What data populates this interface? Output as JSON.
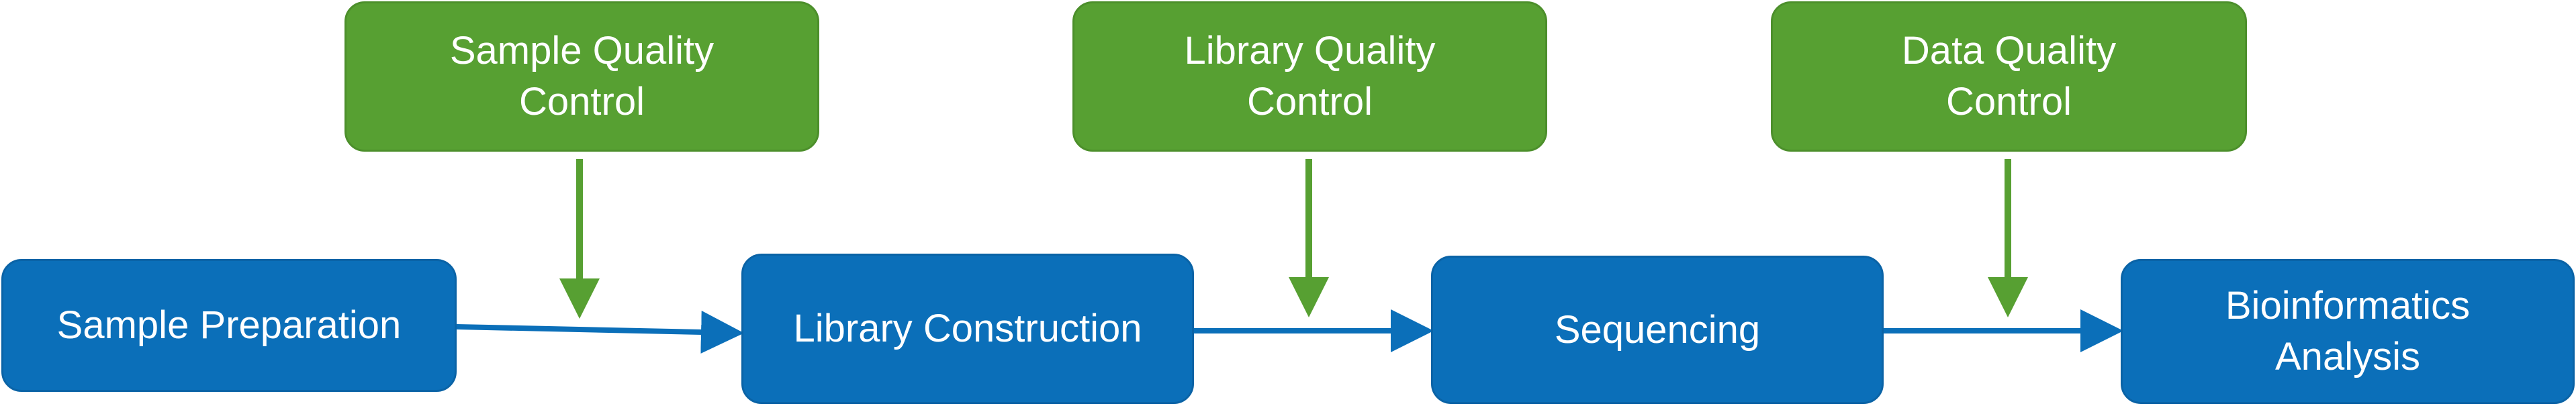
{
  "qc_boxes": [
    {
      "label": "Sample Quality\nControl"
    },
    {
      "label": "Library Quality\nControl"
    },
    {
      "label": "Data Quality\nControl"
    }
  ],
  "steps": [
    {
      "label": "Sample Preparation"
    },
    {
      "label": "Library Construction"
    },
    {
      "label": "Sequencing"
    },
    {
      "label": "Bioinformatics\nAnalysis"
    }
  ],
  "colors": {
    "qc_fill": "#57a032",
    "step_fill": "#0b6fb9",
    "qc_arrow": "#57a032",
    "flow_arrow": "#0b6fb9",
    "text": "#ffffff"
  }
}
